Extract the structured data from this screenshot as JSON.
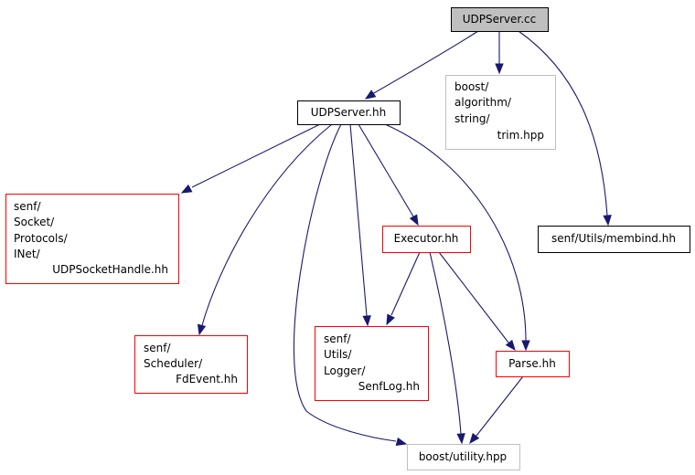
{
  "colors": {
    "edge": "#191970",
    "root_fill": "#bfbfbf",
    "documented_border": "#000000",
    "undocumented_border": "#ff0000",
    "external_border": "#bfbfbf"
  },
  "nodes": {
    "udpserver_cc": {
      "lines": [
        "UDPServer.cc"
      ],
      "kind": "root"
    },
    "boost_trim": {
      "lines": [
        "boost/",
        "algorithm/",
        "string/",
        "trim.hpp"
      ],
      "kind": "external"
    },
    "udpserver_hh": {
      "lines": [
        "UDPServer.hh"
      ],
      "kind": "documented"
    },
    "membind": {
      "lines": [
        "senf/Utils/membind.hh"
      ],
      "kind": "documented"
    },
    "udp_socket_handle": {
      "lines": [
        "senf/",
        "Socket/",
        "Protocols/",
        "INet/",
        "UDPSocketHandle.hh"
      ],
      "kind": "undocumented"
    },
    "executor": {
      "lines": [
        "Executor.hh"
      ],
      "kind": "undocumented"
    },
    "fdevent": {
      "lines": [
        "senf/",
        "Scheduler/",
        "FdEvent.hh"
      ],
      "kind": "undocumented"
    },
    "senflog": {
      "lines": [
        "senf/",
        "Utils/",
        "Logger/",
        "SenfLog.hh"
      ],
      "kind": "undocumented"
    },
    "parse": {
      "lines": [
        "Parse.hh"
      ],
      "kind": "undocumented"
    },
    "boost_utility": {
      "lines": [
        "boost/utility.hpp"
      ],
      "kind": "external"
    }
  },
  "edges": [
    [
      "udpserver_cc",
      "udpserver_hh"
    ],
    [
      "udpserver_cc",
      "boost_trim"
    ],
    [
      "udpserver_cc",
      "membind"
    ],
    [
      "udpserver_hh",
      "udp_socket_handle"
    ],
    [
      "udpserver_hh",
      "fdevent"
    ],
    [
      "udpserver_hh",
      "boost_utility"
    ],
    [
      "udpserver_hh",
      "senflog"
    ],
    [
      "udpserver_hh",
      "executor"
    ],
    [
      "udpserver_hh",
      "parse"
    ],
    [
      "executor",
      "senflog"
    ],
    [
      "executor",
      "boost_utility"
    ],
    [
      "executor",
      "parse"
    ],
    [
      "parse",
      "boost_utility"
    ]
  ]
}
